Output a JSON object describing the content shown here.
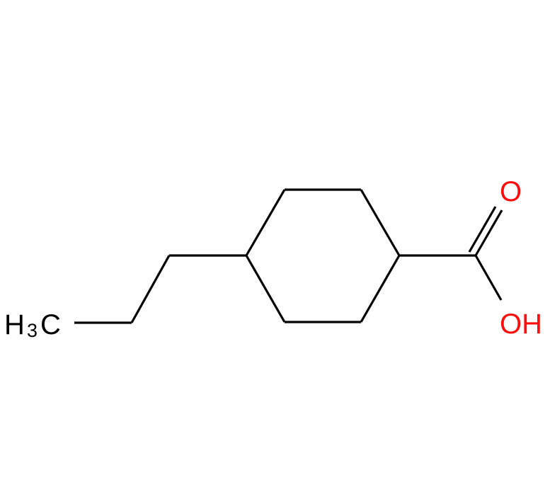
{
  "molecule": {
    "atom_labels": {
      "methyl_h": "H",
      "methyl_sub": "3",
      "methyl_c": "C",
      "carbonyl_o": "O",
      "hydroxyl": "OH"
    },
    "colors": {
      "bond": "#000000",
      "carbon_label": "#000000",
      "oxygen_label": "#ff0d0d"
    }
  }
}
